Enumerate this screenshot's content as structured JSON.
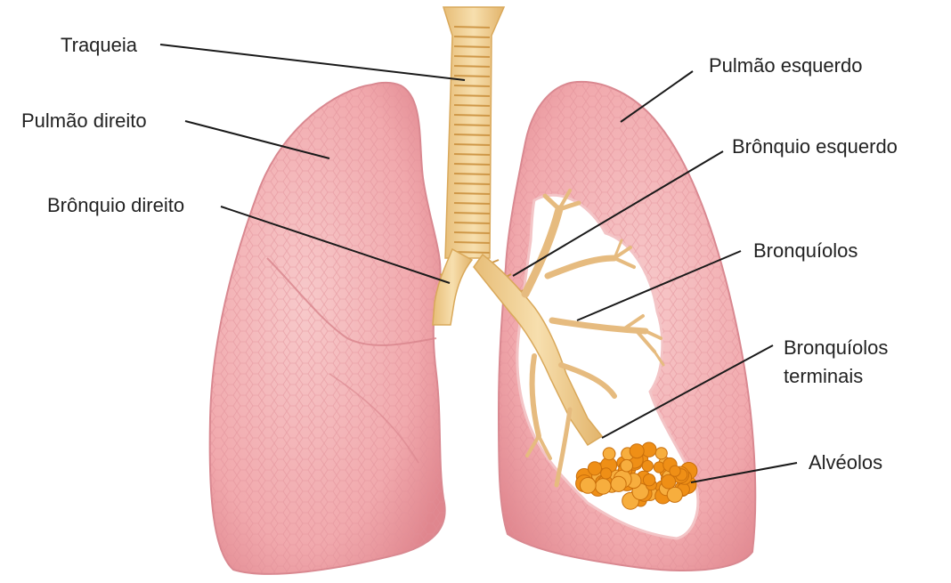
{
  "labels": {
    "traqueia": "Traqueia",
    "pulmao_direito": "Pulmão direito",
    "bronquio_direito": "Brônquio direito",
    "pulmao_esquerdo": "Pulmão esquerdo",
    "bronquio_esquerdo": "Brônquio esquerdo",
    "bronquiolos": "Bronquíolos",
    "bronquiolos_terminais_line1": "Bronquíolos",
    "bronquiolos_terminais_line2": "terminais",
    "alveolos": "Alvéolos"
  },
  "colors": {
    "lung_fill": "#f2aeb0",
    "lung_light": "#f7c7c8",
    "lung_edge": "#d97c83",
    "trachea": "#f0d39a",
    "trachea_ring": "#d9a85a",
    "bronchiole": "#e9c48a",
    "alveoli": "#f39a1f",
    "leader_line": "#1a1a1a"
  }
}
